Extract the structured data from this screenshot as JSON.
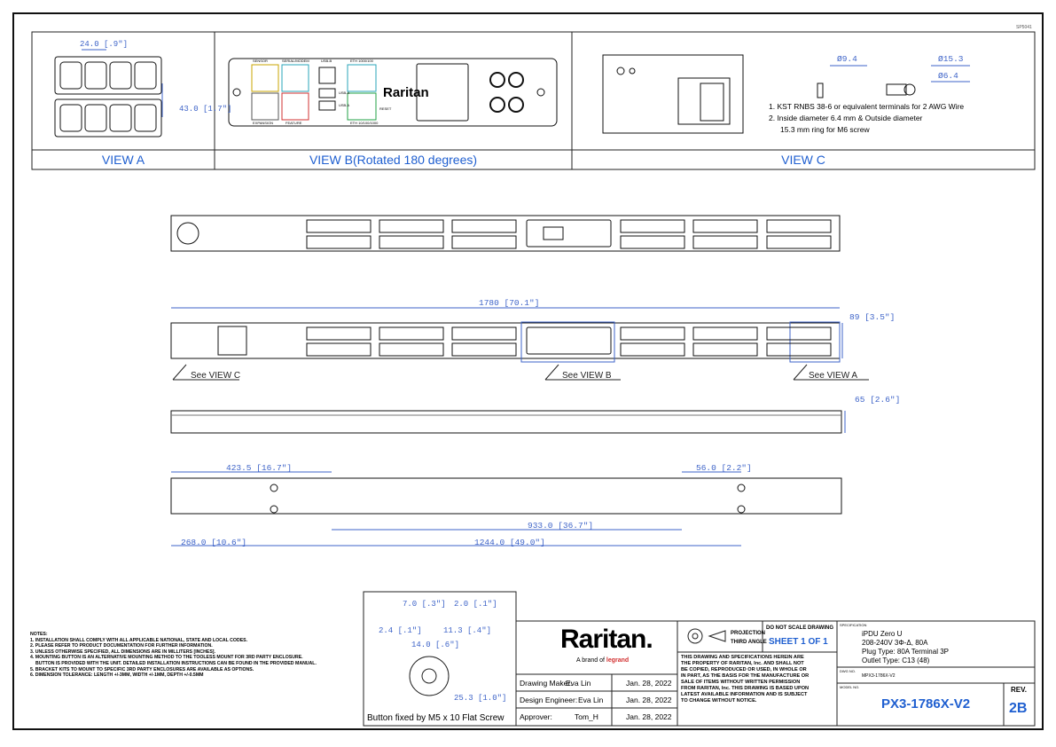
{
  "corner_code": "SP5041",
  "views": {
    "a": {
      "label": "VIEW A",
      "dim_width": "24.0 [.9\"]",
      "dim_height": "43.0 [1.7\"]"
    },
    "b": {
      "label": "VIEW B(Rotated 180 degrees)",
      "port_labels": [
        "SENSOR",
        "EXPANSION",
        "SERIAL/MODEM",
        "FEATURE",
        "USB-B",
        "USB-A",
        "USB-A",
        "ETH 1000/100",
        "RESET",
        "ETH 10/100/1000"
      ],
      "logo": "Raritan"
    },
    "c": {
      "label": "VIEW C",
      "dim_ring_small": "Ø9.4",
      "dim_ring_outer": "Ø15.3",
      "dim_ring_inner": "Ø6.4",
      "notes": [
        "1. KST RNBS 38-6 or equivalent terminals for 2 AWG Wire",
        "2. Inside diameter 6.4 mm & Outside diameter",
        "15.3 mm ring for M6 screw"
      ]
    }
  },
  "dimensions": {
    "length": "1780 [70.1\"]",
    "width": "89 [3.5\"]",
    "depth": "65 [2.6\"]",
    "d1": "423.5 [16.7\"]",
    "d2": "56.0 [2.2\"]",
    "d3": "933.0 [36.7\"]",
    "d4": "268.0 [10.6\"]",
    "d5": "1244.0 [49.0\"]"
  },
  "callouts": {
    "c": "See VIEW C",
    "b": "See VIEW B",
    "a": "See VIEW A"
  },
  "button_detail": {
    "caption": "Button fixed by M5 x 10 Flat Screw",
    "dims": [
      "7.0 [.3\"]",
      "2.0 [.1\"]",
      "2.4 [.1\"]",
      "11.3 [.4\"]",
      "14.0 [.6\"]",
      "25.3 [1.0\"]"
    ]
  },
  "notes": {
    "title": "NOTES:",
    "lines": [
      "1. INSTALLATION SHALL COMPLY WITH ALL APPLICABLE NATIONAL, STATE AND LOCAL CODES.",
      "2. PLEASE REFER TO PRODUCT DOCUMENTATION FOR FURTHER INFORMATION.",
      "3. UNLESS OTHERWISE SPECIFIED, ALL DIMENSIONS ARE IN MILLITERS [INCHES].",
      "4. MOUNTING BUTTON IS AN ALTERNATIVE MOUNTING METHOD TO THE TOOLESS MOUNT FOR 3RD PARTY ENCLOSURE.",
      "   BUTTON IS PROVIDED WITH THE UNIT. DETAILED INSTALLATION INSTRUCTIONS CAN BE FOUND IN THE PROVIDED MANUAL.",
      "5. BRACKET KITS TO MOUNT TO SPECIFIC 3RD PARTY ENCLOSURES ARE AVAILABLE AS OPTIONS.",
      "6. DIMENSION TOLERANCE: LENGTH +/-3MM, WIDTH +/-1MM, DEPTH +/-0.5MM"
    ]
  },
  "title_block": {
    "logo": "Raritan.",
    "brand_line": "A brand of",
    "brand_name": "legrand",
    "rows": [
      {
        "role": "Drawing Maker:",
        "name": "Eva Lin",
        "date": "Jan. 28, 2022"
      },
      {
        "role": "Design Engineer:",
        "name": "Eva Lin",
        "date": "Jan. 28, 2022"
      },
      {
        "role": "Approver:",
        "name": "Tom_H",
        "date": "Jan. 28, 2022"
      }
    ],
    "projection_line1": "PROJECTION",
    "projection_line2": "THIRD ANGLE",
    "do_not_scale": "DO NOT SCALE DRAWING",
    "sheet": "SHEET 1 OF 1",
    "property_text": [
      "THIS DRAWING AND SPECIFICATIONS HEREIN ARE",
      "THE PROPERTY OF RARITAN, Inc. AND SHALL NOT",
      "BE COPIED, REPRODUCED OR USED, IN WHOLE OR",
      "IN PART, AS THE BASIS FOR THE MANUFACTURE OR",
      "SALE OF ITEMS WITHOUT WRITTEN PERMISSION",
      "FROM RARITAN, Inc. THIS DRAWING IS BASED UPON",
      "LATEST AVAILABLE INFORMATION AND IS SUBJECT",
      "TO CHANGE WITHOUT NOTICE."
    ],
    "spec_label": "SPECIFICATION",
    "spec_lines": [
      "iPDU Zero U",
      "208-240V 3Φ-Δ, 80A",
      "Plug Type: 80A Terminal 3P",
      "Outlet Type: C13 (48)"
    ],
    "dwg_label": "DWG NO.",
    "dwg_no": "MPX3-1786X-V2",
    "model_label": "MODEL NO.",
    "model": "PX3-1786X-V2",
    "rev_label": "REV.",
    "rev": "2B"
  }
}
